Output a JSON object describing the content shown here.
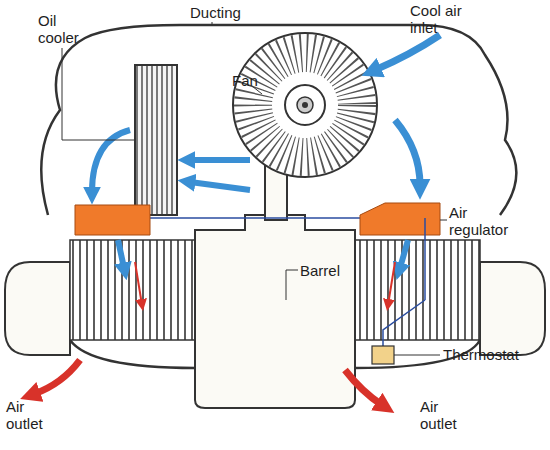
{
  "diagram": {
    "labels": [
      "Oil cooler",
      "Ducting",
      "Cool air inlet",
      "Fan",
      "Air regulator",
      "Barrel",
      "Thermostat",
      "Air outlet",
      "Air outlet"
    ]
  }
}
